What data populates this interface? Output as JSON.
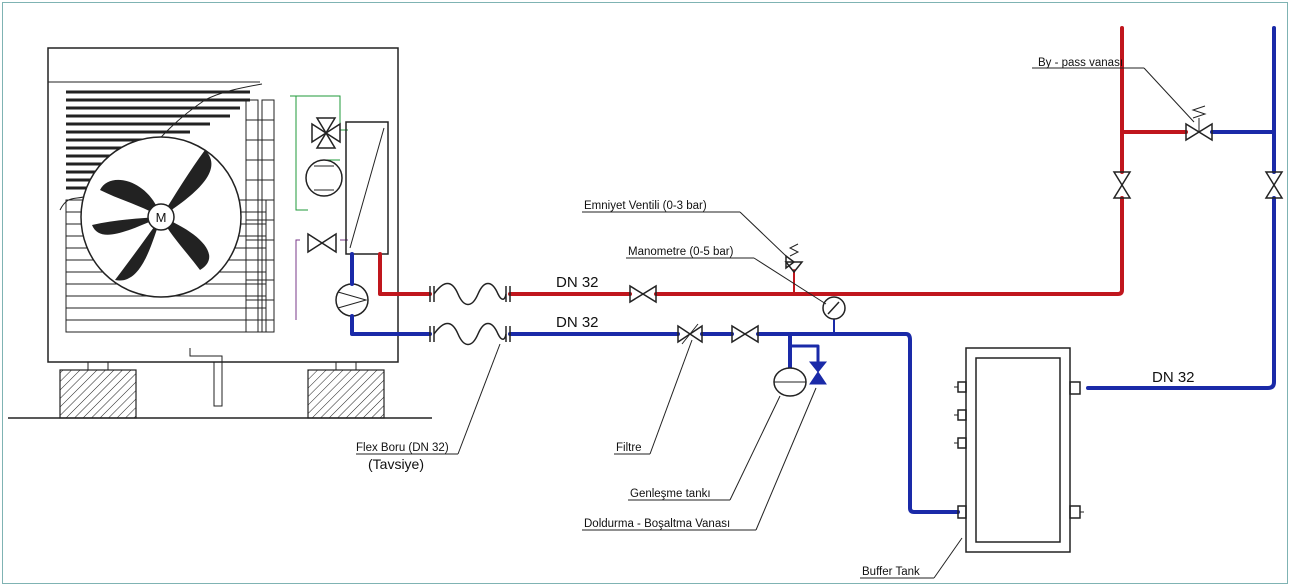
{
  "labels": {
    "bypass_valve": "By - pass vanası",
    "safety_valve": "Emniyet Ventili (0-3 bar)",
    "manometer": "Manometre (0-5 bar)",
    "flex_pipe": "Flex Boru (DN 32)",
    "flex_pipe_note": "(Tavsiye)",
    "filter": "Filtre",
    "expansion_tank": "Genleşme tankı",
    "fill_drain_valve": "Doldurma - Boşaltma Vanası",
    "buffer_tank": "Buffer Tank",
    "dn_supply": "DN 32",
    "dn_return": "DN 32",
    "dn_buffer_out": "DN 32",
    "motor_symbol": "M"
  },
  "colors": {
    "supply_line": "#c0161d",
    "return_line": "#1a2aa8",
    "control_line": "#1f9a3a",
    "frame_border": "#7fb3b3"
  }
}
